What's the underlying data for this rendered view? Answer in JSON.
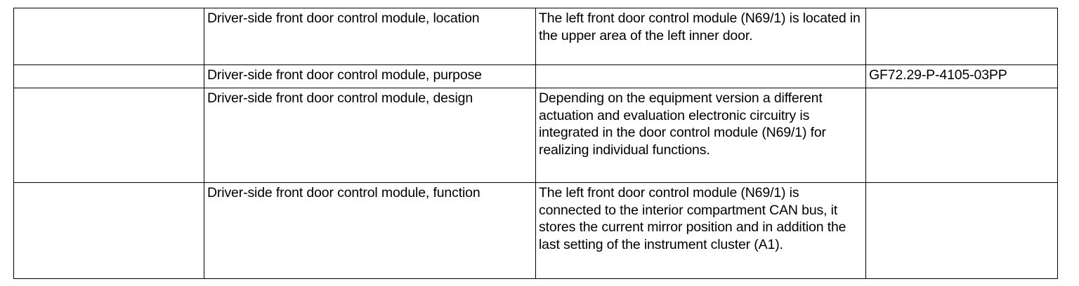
{
  "rows": [
    {
      "col1": "",
      "topic": "Driver-side front door control module, location",
      "description": "The left front door control module (N69/1) is located in the upper area of the left inner door.",
      "reference": ""
    },
    {
      "col1": "",
      "topic": "Driver-side front door control module, purpose",
      "description": "",
      "reference": "GF72.29-P-4105-03PP"
    },
    {
      "col1": "",
      "topic": "Driver-side front door control module, design",
      "description": "Depending on the equipment version a different actuation and evaluation electronic circuitry is integrated in the door control module (N69/1) for realizing individual functions.",
      "reference": ""
    },
    {
      "col1": "",
      "topic": "Driver-side front door control module, function",
      "description": "The left front door control module (N69/1) is connected to the interior compartment CAN bus, it stores the current mirror position and in addition the last setting of the instrument cluster (A1).",
      "reference": ""
    }
  ]
}
